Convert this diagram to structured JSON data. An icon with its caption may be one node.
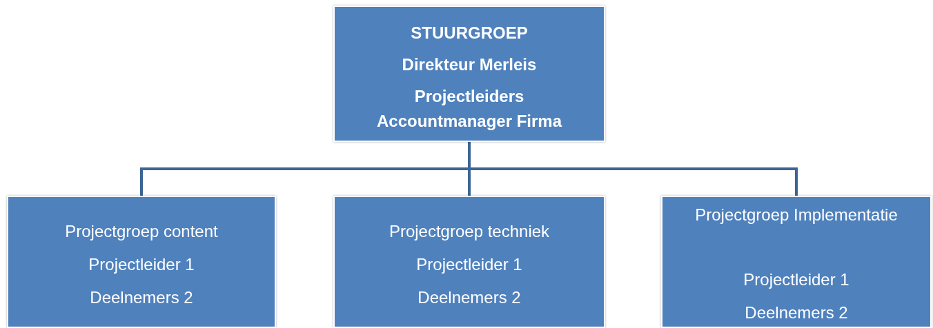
{
  "diagram": {
    "nodes": [
      {
        "text": [
          "STUURGROEP",
          "Direkteur Merleis",
          "Projectleiders Accountmanager Firma"
        ]
      },
      {
        "text": [
          "Projectgroep content",
          "Projectleider 1",
          "Deelnemers 2"
        ]
      },
      {
        "text": [
          "Projectgroep techniek",
          "Projectleider 1",
          "Deelnemers 2"
        ]
      },
      {
        "text": [
          "Projectgroep Implementatie",
          "Projectleider 1",
          "Deelnemers 2"
        ]
      }
    ],
    "edges": [
      {
        "from": 0,
        "to": 1,
        "arrow": "none"
      },
      {
        "from": 0,
        "to": 2,
        "arrow": "none"
      },
      {
        "from": 0,
        "to": 3,
        "arrow": "none"
      }
    ]
  }
}
